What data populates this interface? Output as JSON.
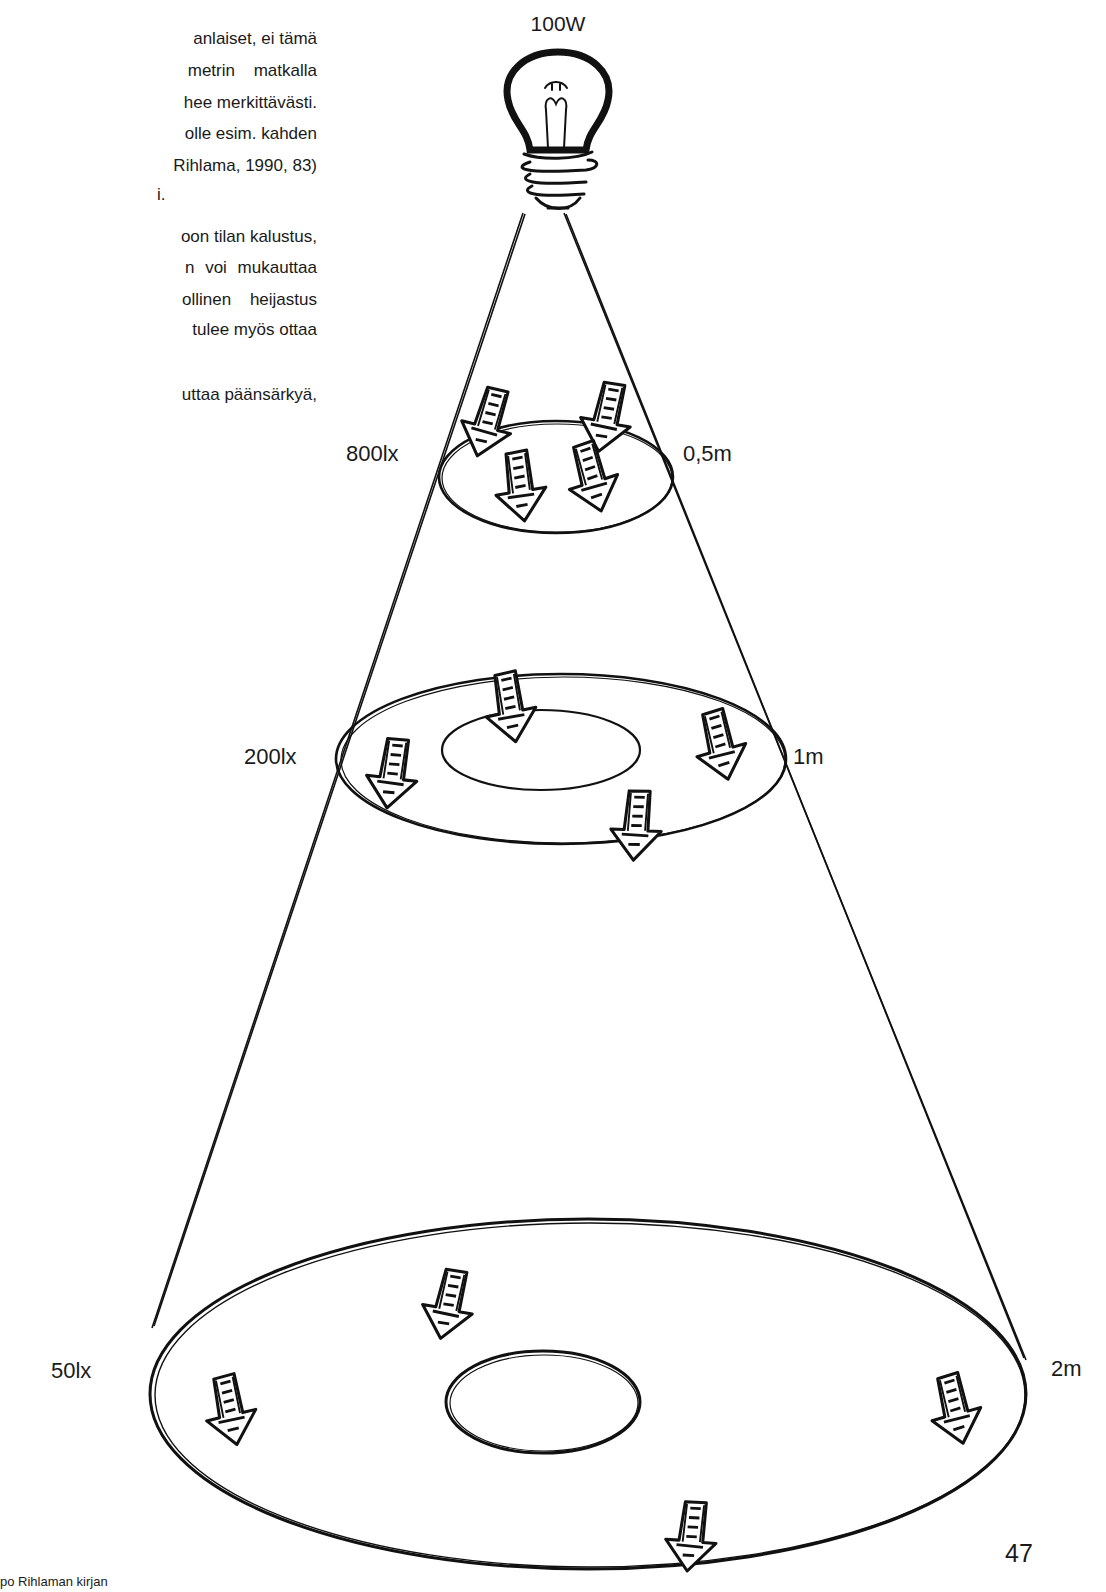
{
  "diagram": {
    "labels": [
      "anlaiset, ei tämä",
      "metrin matkalla",
      "hee merkittävästi.",
      "olle esim. kahden",
      "Rihlama, 1990, 83)",
      "i.",
      "oon tilan kalustus,",
      "n voi mukauttaa",
      "ollinen heijastus",
      "tulee myös ottaa",
      "uttaa päänsärkyä,",
      "100W",
      "800lx",
      "0,5m",
      "200lx",
      "1m",
      "50lx",
      "2m",
      "47",
      "po Rihlaman kirjan"
    ]
  }
}
